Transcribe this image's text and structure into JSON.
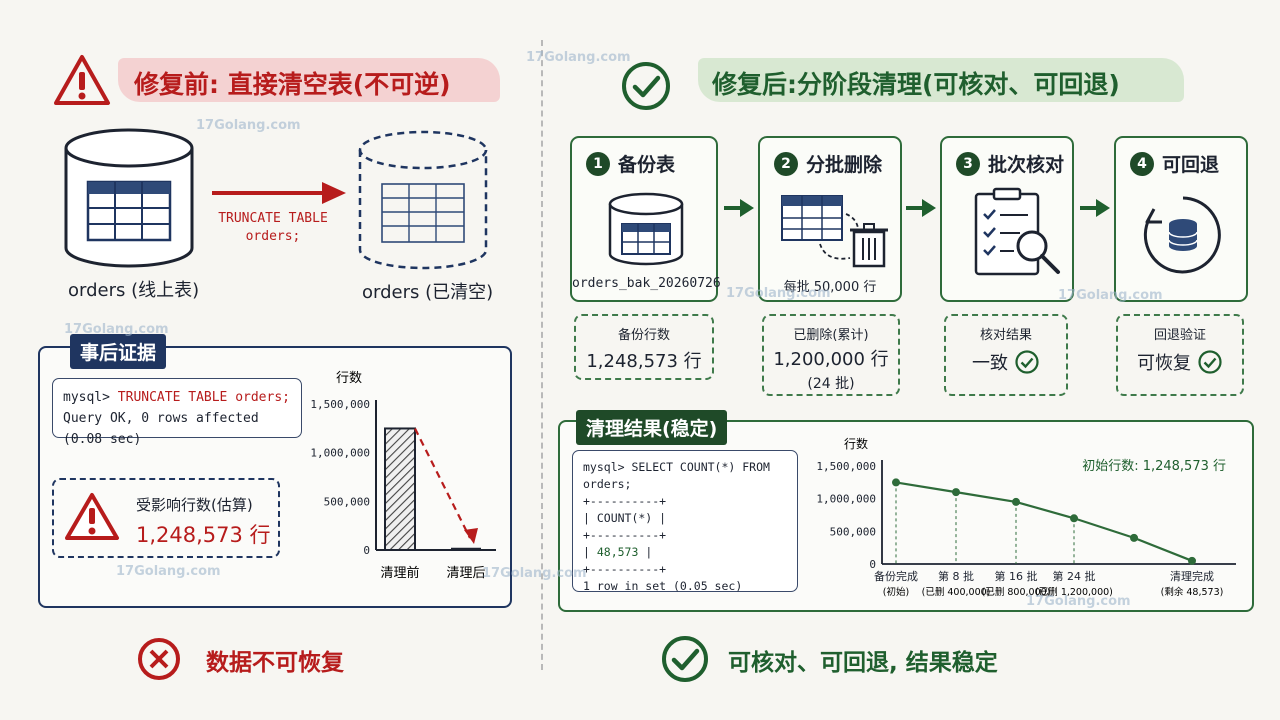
{
  "left": {
    "title": "修复前: 直接清空表(不可逆)",
    "source_table": "orders (线上表)",
    "target_table": "orders (已清空)",
    "arrow_label_1": "TRUNCATE TABLE",
    "arrow_label_2": "orders;",
    "evidence_tag": "事后证据",
    "terminal_line_1_prompt": "mysql> ",
    "terminal_line_1_cmd": "TRUNCATE TABLE orders;",
    "terminal_line_2": "Query OK, 0 rows affected (0.08 sec)",
    "impact_label": "受影响行数(估算)",
    "impact_value": "1,248,573 行",
    "footer": "数据不可恢复"
  },
  "right": {
    "title": "修复后:分阶段清理(可核对、可回退)",
    "steps": [
      {
        "num": "1",
        "name": "备份表",
        "foot": "orders_bak_20260726"
      },
      {
        "num": "2",
        "name": "分批删除",
        "foot": "每批 50,000 行"
      },
      {
        "num": "3",
        "name": "批次核对",
        "foot": ""
      },
      {
        "num": "4",
        "name": "可回退",
        "foot": ""
      }
    ],
    "results": [
      {
        "label": "备份行数",
        "value": "1,248,573 行",
        "sub": ""
      },
      {
        "label": "已删除(累计)",
        "value": "1,200,000 行",
        "sub": "(24 批)"
      },
      {
        "label": "核对结果",
        "value": "一致",
        "sub": ""
      },
      {
        "label": "回退验证",
        "value": "可恢复",
        "sub": ""
      }
    ],
    "result_tag": "清理结果(稳定)",
    "terminal": {
      "line1": "mysql> SELECT COUNT(*) FROM orders;",
      "line2": "+----------+",
      "line3": "| COUNT(*) |",
      "line4": "+----------+",
      "line5_pre": "| ",
      "line5_val": "48,573",
      "line5_post": " |",
      "line6": "+----------+",
      "line7": "1 row in set (0.05 sec)"
    },
    "footer": "可核对、可回退, 结果稳定"
  },
  "watermark": "17Golang.com",
  "colors": {
    "red": "#b71c1c",
    "green": "#1f5f2e",
    "navy": "#1f3560"
  },
  "chart_data": [
    {
      "type": "bar",
      "ylabel": "行数",
      "categories": [
        "清理前",
        "清理后"
      ],
      "values": [
        1248573,
        0
      ],
      "ylim": [
        0,
        1500000
      ],
      "yticks": [
        "1,500,000",
        "1,000,000",
        "500,000",
        "0"
      ],
      "ytick_values": [
        1500000,
        1000000,
        500000,
        0
      ]
    },
    {
      "type": "line",
      "ylabel": "行数",
      "annotation": "初始行数: 1,248,573 行",
      "categories": [
        "备份完成",
        "第 8 批",
        "第 16 批",
        "第 24 批",
        "",
        "清理完成"
      ],
      "sublabels": [
        "(初始)",
        "(已删 400,000)",
        "(已删 800,000)",
        "(已删 1,200,000)",
        "",
        "(剩余 48,573)"
      ],
      "values": [
        1248573,
        1100000,
        950000,
        700000,
        400000,
        48573
      ],
      "ylim": [
        0,
        1500000
      ],
      "yticks": [
        "1,500,000",
        "1,000,000",
        "500,000",
        "0"
      ],
      "ytick_values": [
        1500000,
        1000000,
        500000,
        0
      ]
    }
  ]
}
